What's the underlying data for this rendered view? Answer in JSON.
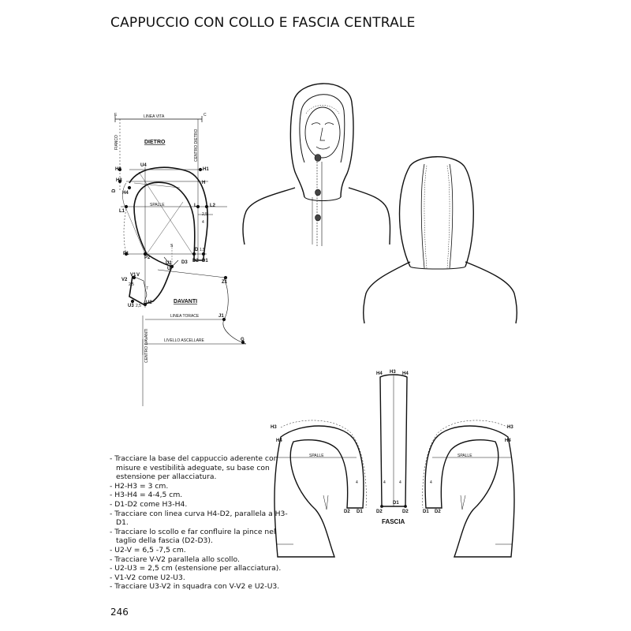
{
  "title": "CAPPUCCIO CON COLLO E FASCIA CENTRALE",
  "page_number": "246",
  "pattern": {
    "linea_vita": "LINEA VITA",
    "fianco": "FIANCO",
    "centro_dietro": "CENTRO DIETRO",
    "dietro": "DIETRO",
    "spalle": "SPALLE",
    "davanti": "DAVANTI",
    "linea_torace": "LINEA TORACE",
    "livello_ascellare": "LIVELLO ASCELLARE",
    "centro_davanti": "CENTRO DAVANTI",
    "pt_e": "E",
    "pt_c": "C",
    "pt_h2": "H2",
    "pt_u4": "U4",
    "pt_h1": "H1",
    "pt_h3": "H3",
    "pt_h": "H",
    "pt_d": "D",
    "pt_h4": "H4",
    "pt_l": "L",
    "pt_l2": "L2",
    "pt_l1": "L1",
    "m_25": "2,5",
    "m_4": "4",
    "m_15": "1,5",
    "pt_p1": "P1",
    "pt_p2": "P2",
    "pt_s": "S",
    "pt_d1": "D1",
    "pt_d2": "D2",
    "pt_d3": "D3",
    "pt_u": "U",
    "pt_u1": "U1",
    "pt_v": "V",
    "pt_v1": "V1",
    "pt_v2": "V2",
    "pt_u2": "U2",
    "pt_u3": "U3",
    "m_7": "7",
    "m_25b": "2,5",
    "m_25c": "2,5",
    "pt_z1": "Z1",
    "pt_j1": "J1",
    "pt_g": "G"
  },
  "fascia": {
    "label": "FASCIA",
    "h4_left": "H4",
    "h3": "H3",
    "h4_right": "H4",
    "m_left": "4",
    "m_right": "4",
    "d1": "D1",
    "d2_left": "D2",
    "d2_right": "D2"
  },
  "side_left": {
    "h3": "H3",
    "h4": "H4",
    "spalle": "SPALLE",
    "m": "4",
    "d2": "D2",
    "d1": "D1"
  },
  "side_right": {
    "h3": "H3",
    "h4": "H4",
    "spalle": "SPALLE",
    "m": "4",
    "d1": "D1",
    "d2": "D2"
  },
  "instructions": [
    "- Tracciare la base del cappuccio aderente con misure e vestibilità adeguate, su base con estensione per allacciatura.",
    "- H2-H3 = 3 cm.",
    "- H3-H4 = 4-4,5 cm.",
    "- D1-D2 come H3-H4.",
    "- Tracciare con linea curva H4-D2, parallela a H3-D1.",
    "- Tracciare lo scollo e far confluire la pince nel taglio della fascia (D2-D3).",
    "- U2-V = 6,5 -7,5 cm.",
    "- Tracciare V-V2 parallela allo scollo.",
    "- U2-U3 = 2,5 cm (estensione per allacciatura).",
    "- V1-V2 come U2-U3.",
    "- Tracciare U3-V2 in squadra con V-V2 e U2-U3."
  ]
}
